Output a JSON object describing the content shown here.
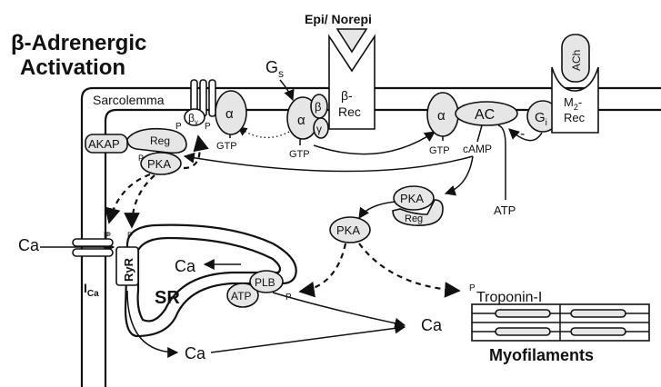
{
  "title": {
    "line1": "β-Adrenergic",
    "line2": "Activation"
  },
  "membrane": {
    "label": "Sarcolemma"
  },
  "ligand": {
    "label": "Epi/ Norepi"
  },
  "receptors": {
    "beta": {
      "line1": "β-",
      "line2": "Rec"
    },
    "m2": {
      "line1": "M",
      "sub": "2",
      "line1_suffix": "-",
      "line2": "Rec"
    },
    "ach": {
      "label": "ACh"
    }
  },
  "gproteins": {
    "gs": {
      "label": "G",
      "sub": "s"
    },
    "gi": {
      "label": "G",
      "sub": "i"
    },
    "alpha": "α",
    "beta": "β",
    "gamma": "γ",
    "beta_gamma_sub": "β",
    "beta_gamma_sub_suffix": "γ"
  },
  "enzymes": {
    "ac": "AC",
    "camp": "cAMP",
    "atp": "ATP",
    "pka": "PKA",
    "reg": "Reg",
    "akap": "AKAP"
  },
  "nucleotides": {
    "gtp": "GTP"
  },
  "phospho": {
    "p": "P"
  },
  "inhibit": {
    "minus": "-"
  },
  "channels": {
    "ca_in": "Ca",
    "ica": {
      "label": "I",
      "sub": "Ca"
    },
    "ryr": "RyR"
  },
  "sr": {
    "label": "SR",
    "plb": "PLB",
    "atp": "ATP",
    "ca_release": "Ca"
  },
  "cytosol": {
    "ca_bottom": "Ca",
    "ca_right": "Ca"
  },
  "myofilaments": {
    "troponin": "Troponin-I",
    "label": "Myofilaments"
  }
}
